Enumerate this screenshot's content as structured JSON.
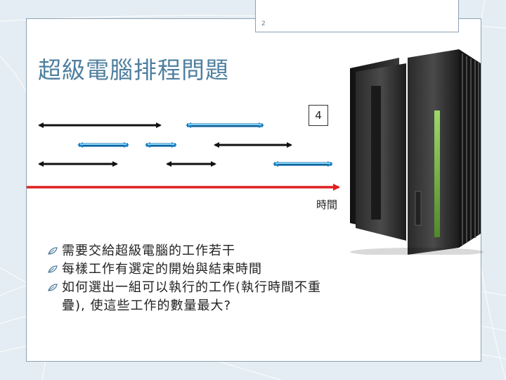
{
  "slide": {
    "number": "2",
    "title": "超級電腦排程問題",
    "count_box": "4",
    "time_axis_label": "時間"
  },
  "bullets": [
    {
      "text": "需要交給超級電腦的工作若干"
    },
    {
      "text": "每樣工作有選定的開始與結束時間"
    },
    {
      "text": "如何選出一組可以執行的工作(執行時間不重疊), 使這些工作的數量最大?"
    }
  ],
  "colors": {
    "title": "#4f7f9f",
    "black_interval": "#111111",
    "blue_interval": "#2c8fd0",
    "time_axis": "#e02020"
  },
  "icons": [
    "server-image",
    "leaf-bullet-icon",
    "double-arrow-icon"
  ]
}
